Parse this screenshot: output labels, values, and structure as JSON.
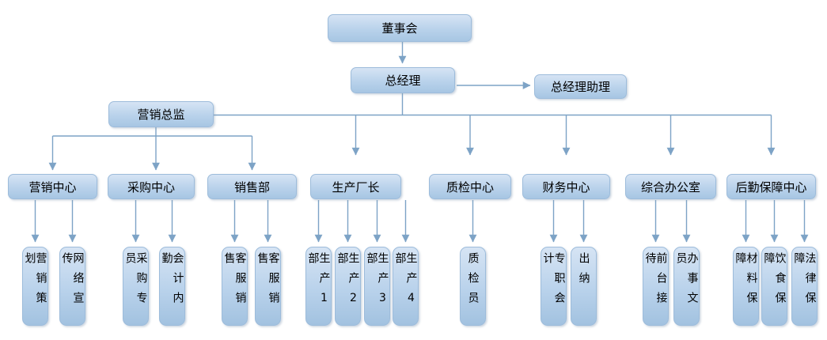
{
  "diagram": {
    "kind": "org-chart"
  },
  "org": {
    "board": {
      "label": "董事会"
    },
    "general_manager": {
      "label": "总经理",
      "parent": "董事会"
    },
    "gm_assistant": {
      "label": "总经理助理",
      "parent": "总经理"
    },
    "marketing_director": {
      "label": "营销总监",
      "parent": "总经理"
    },
    "level2": [
      {
        "label": "营销中心",
        "parent": "营销总监",
        "children": [
          "营销策划",
          "网络宣传"
        ]
      },
      {
        "label": "采购中心",
        "parent": "营销总监",
        "children": [
          "采购专员",
          "会计内勤"
        ]
      },
      {
        "label": "销售部",
        "parent": "营销总监",
        "children": [
          "客服销售",
          "客服销售"
        ]
      },
      {
        "label": "生产厂长",
        "parent": "总经理",
        "children": [
          "生产1部",
          "生产2部",
          "生产3部",
          "生产4部"
        ]
      },
      {
        "label": "质检中心",
        "parent": "总经理",
        "children": [
          "质检员"
        ]
      },
      {
        "label": "财务中心",
        "parent": "总经理",
        "children": [
          "专职会计",
          "出纳"
        ]
      },
      {
        "label": "综合办公室",
        "parent": "总经理",
        "children": [
          "前台接待",
          "办事文员"
        ]
      },
      {
        "label": "后勤保障中心",
        "parent": "总经理",
        "children": [
          "材料保障",
          "饮食保障",
          "法律保障"
        ]
      }
    ]
  },
  "colors": {
    "background": "#ffffff",
    "node_fill_top": "#d6e4f4",
    "node_fill_bottom": "#a7c6e3",
    "node_border": "#9dbcdb",
    "connector": "#7da3c6",
    "text": "#000000"
  }
}
